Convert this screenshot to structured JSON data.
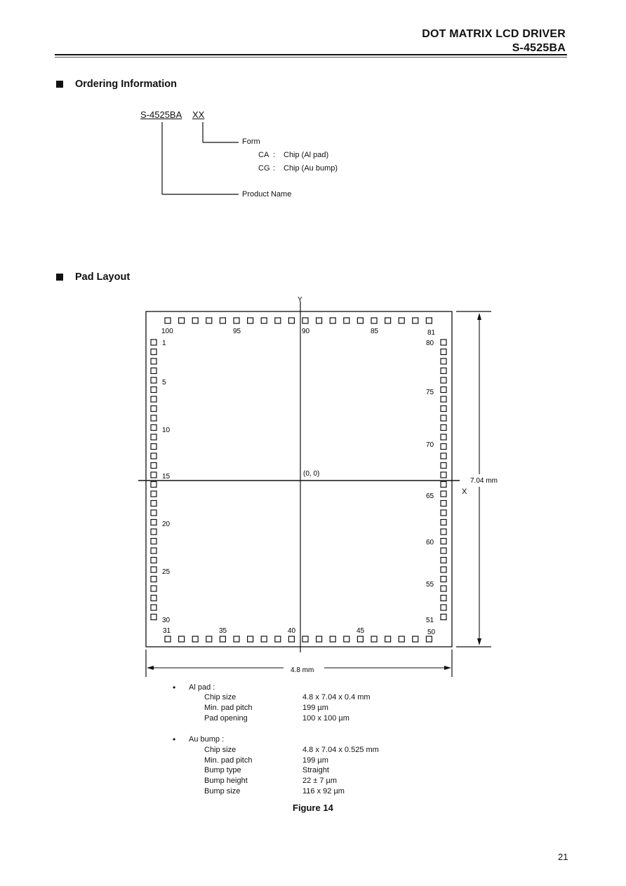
{
  "header": {
    "title": "DOT MATRIX LCD DRIVER",
    "part": "S-4525BA"
  },
  "ordering": {
    "section_title": "Ordering Information",
    "part_base": "S-4525BA",
    "part_suffix": "XX",
    "form_label": "Form",
    "options": [
      {
        "code": "CA",
        "sep": ":",
        "desc": "Chip (Al pad)"
      },
      {
        "code": "CG",
        "sep": ":",
        "desc": "Chip (Au bump)"
      }
    ],
    "product_name_label": "Product Name"
  },
  "pad_layout": {
    "section_title": "Pad Layout",
    "axis_y_label": "Y",
    "axis_x_label": "X",
    "origin_label": "(0, 0)",
    "height_dim": "7.04 mm",
    "width_dim": "4.8 mm",
    "pad_numbers": {
      "top": [
        "100",
        "95",
        "90",
        "85",
        "81"
      ],
      "left": [
        "1",
        "5",
        "10",
        "15",
        "20",
        "25",
        "30"
      ],
      "right": [
        "80",
        "75",
        "70",
        "65",
        "60",
        "55",
        "51"
      ],
      "bottom": [
        "31",
        "35",
        "40",
        "45",
        "50"
      ]
    }
  },
  "specs": {
    "al_pad": {
      "title": "Al pad :",
      "rows": [
        {
          "label": "Chip size",
          "value": "4.8 x 7.04 x 0.4 mm"
        },
        {
          "label": "Min. pad pitch",
          "value": "199 µm"
        },
        {
          "label": "Pad opening",
          "value": "100 x 100 µm"
        }
      ]
    },
    "au_bump": {
      "title": "Au bump :",
      "rows": [
        {
          "label": "Chip size",
          "value": "4.8 x 7.04 x 0.525  mm"
        },
        {
          "label": "Min. pad pitch",
          "value": "199 µm"
        },
        {
          "label": "Bump type",
          "value": "Straight"
        },
        {
          "label": "Bump height",
          "value": "22 ± 7 µm"
        },
        {
          "label": "Bump size",
          "value": "116 x 92 µm"
        }
      ]
    }
  },
  "figure_caption": "Figure 14",
  "page_number": "21"
}
